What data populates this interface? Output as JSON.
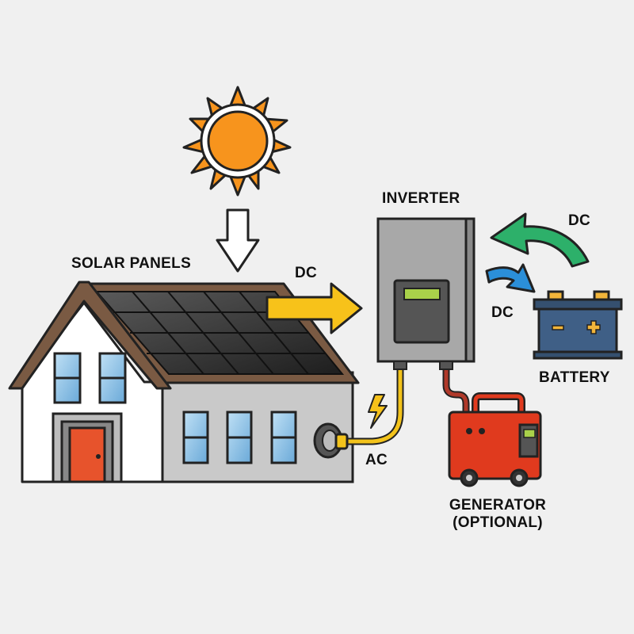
{
  "labels": {
    "solar_panels": "SOLAR PANELS",
    "inverter": "INVERTER",
    "dc_to_inverter": "DC",
    "dc_from_battery": "DC",
    "dc_to_battery": "DC",
    "battery": "BATTERY",
    "ac": "AC",
    "generator_line1": "GENERATOR",
    "generator_line2": "(OPTIONAL)"
  },
  "icons": {
    "sun": "sun-icon",
    "sunlight_arrow": "down-arrow-icon",
    "lightning": "lightning-icon",
    "outlet": "power-outlet-icon",
    "house": "house-icon",
    "inverter": "inverter-icon",
    "battery": "battery-icon",
    "generator": "generator-icon"
  },
  "colors": {
    "background": "#f0f0f0",
    "sun": "#f7941d",
    "dc_arrow_yellow": "#f7c21a",
    "dc_arrow_green": "#2db06a",
    "dc_arrow_blue": "#2b8fd9",
    "battery_body": "#3f5f86",
    "battery_terminals": "#f2b53a",
    "generator": "#e03a1e",
    "inverter": "#a8a8a8",
    "door": "#e7532c",
    "ac_cable": "#f3c31b",
    "generator_cable": "#b0392a"
  }
}
